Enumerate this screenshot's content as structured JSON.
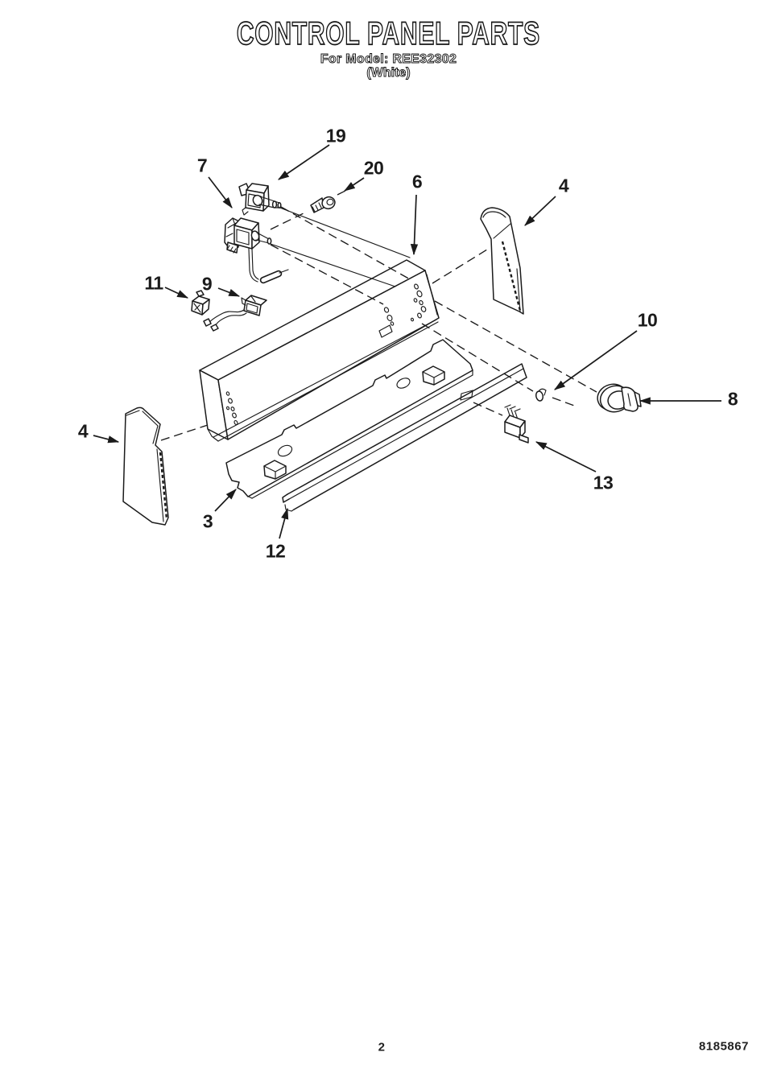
{
  "page": {
    "title": "CONTROL PANEL PARTS",
    "model_line": "For Model: REE32302",
    "color_line": "(White)",
    "page_number": "2",
    "document_number": "8185867"
  },
  "colors": {
    "ink": "#1b1b1b",
    "paper": "#ffffff"
  },
  "diagram": {
    "callouts": [
      {
        "label": "19"
      },
      {
        "label": "7"
      },
      {
        "label": "20"
      },
      {
        "label": "6"
      },
      {
        "label": "4"
      },
      {
        "label": "11"
      },
      {
        "label": "9"
      },
      {
        "label": "10"
      },
      {
        "label": "8"
      },
      {
        "label": "4"
      },
      {
        "label": "13"
      },
      {
        "label": "3"
      },
      {
        "label": "12"
      }
    ]
  }
}
